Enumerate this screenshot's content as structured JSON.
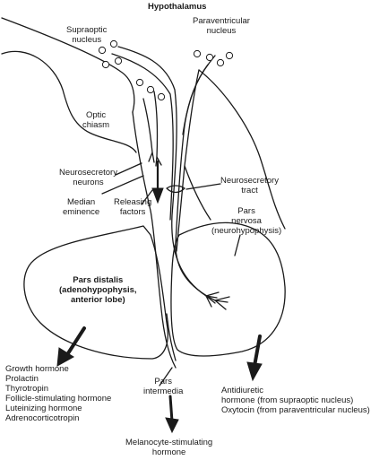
{
  "labels": {
    "hypothalamus": "Hypothalamus",
    "supraoptic_nucleus": [
      "Supraoptic",
      "nucleus"
    ],
    "paraventricular_nucleus": [
      "Paraventricular",
      "nucleus"
    ],
    "optic_chiasm": [
      "Optic",
      "chiasm"
    ],
    "neurosecretory_neurons": [
      "Neurosecretory",
      "neurons"
    ],
    "median_eminence": [
      "Median",
      "eminence"
    ],
    "releasing_factors": [
      "Releasing",
      "factors"
    ],
    "neurosecretory_tract": [
      "Neurosecretory",
      "tract"
    ],
    "pars_nervosa": [
      "Pars",
      "nervosa",
      "(neurohypophysis)"
    ],
    "pars_distalis": [
      "Pars distalis",
      "(adenohypophysis,",
      "anterior lobe)"
    ],
    "pars_intermedia": [
      "Pars",
      "intermedia"
    ],
    "msh": [
      "Melanocyte-stimulating",
      "hormone"
    ]
  },
  "anterior_hormones": [
    "Growth hormone",
    "Prolactin",
    "Thyrotropin",
    "Follicle-stimulating hormone",
    "Luteinizing hormone",
    "Adrenocorticotropin"
  ],
  "posterior_hormones": [
    "Antidiuretic",
    "hormone (from supraoptic nucleus)",
    "Oxytocin (from paraventricular nucleus)"
  ],
  "colors": {
    "ink": "#1a1a1a",
    "background": "#ffffff"
  }
}
